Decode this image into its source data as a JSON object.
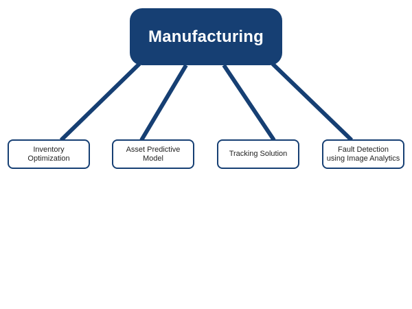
{
  "colors": {
    "primary": "#163f73",
    "connector": "#163f73",
    "node_border": "#163f73",
    "text_dark": "#222222",
    "root_text": "#ffffff"
  },
  "root": {
    "label": "Manufacturing"
  },
  "children": [
    {
      "label": "Inventory\nOptimization"
    },
    {
      "label": "Asset Predictive\nModel"
    },
    {
      "label": "Tracking Solution"
    },
    {
      "label": "Fault Detection\nusing Image Analytics"
    }
  ]
}
